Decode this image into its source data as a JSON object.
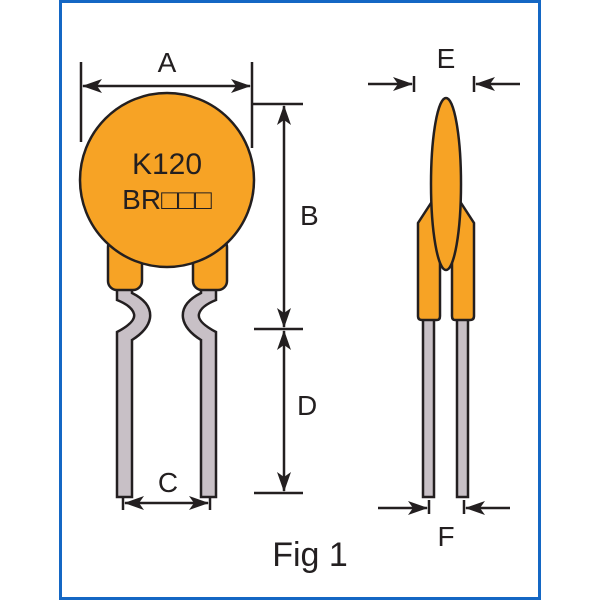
{
  "figure": {
    "caption": "Fig 1",
    "frame_color": "#1467c4",
    "body_color": "#f7a325",
    "lead_color": "#c8c0c6",
    "outline_color": "#231f20"
  },
  "component": {
    "marking_line1": "K120",
    "marking_line2": "BR□□□"
  },
  "dimensions": {
    "A": "A",
    "B": "B",
    "C": "C",
    "D": "D",
    "E": "E",
    "F": "F"
  }
}
